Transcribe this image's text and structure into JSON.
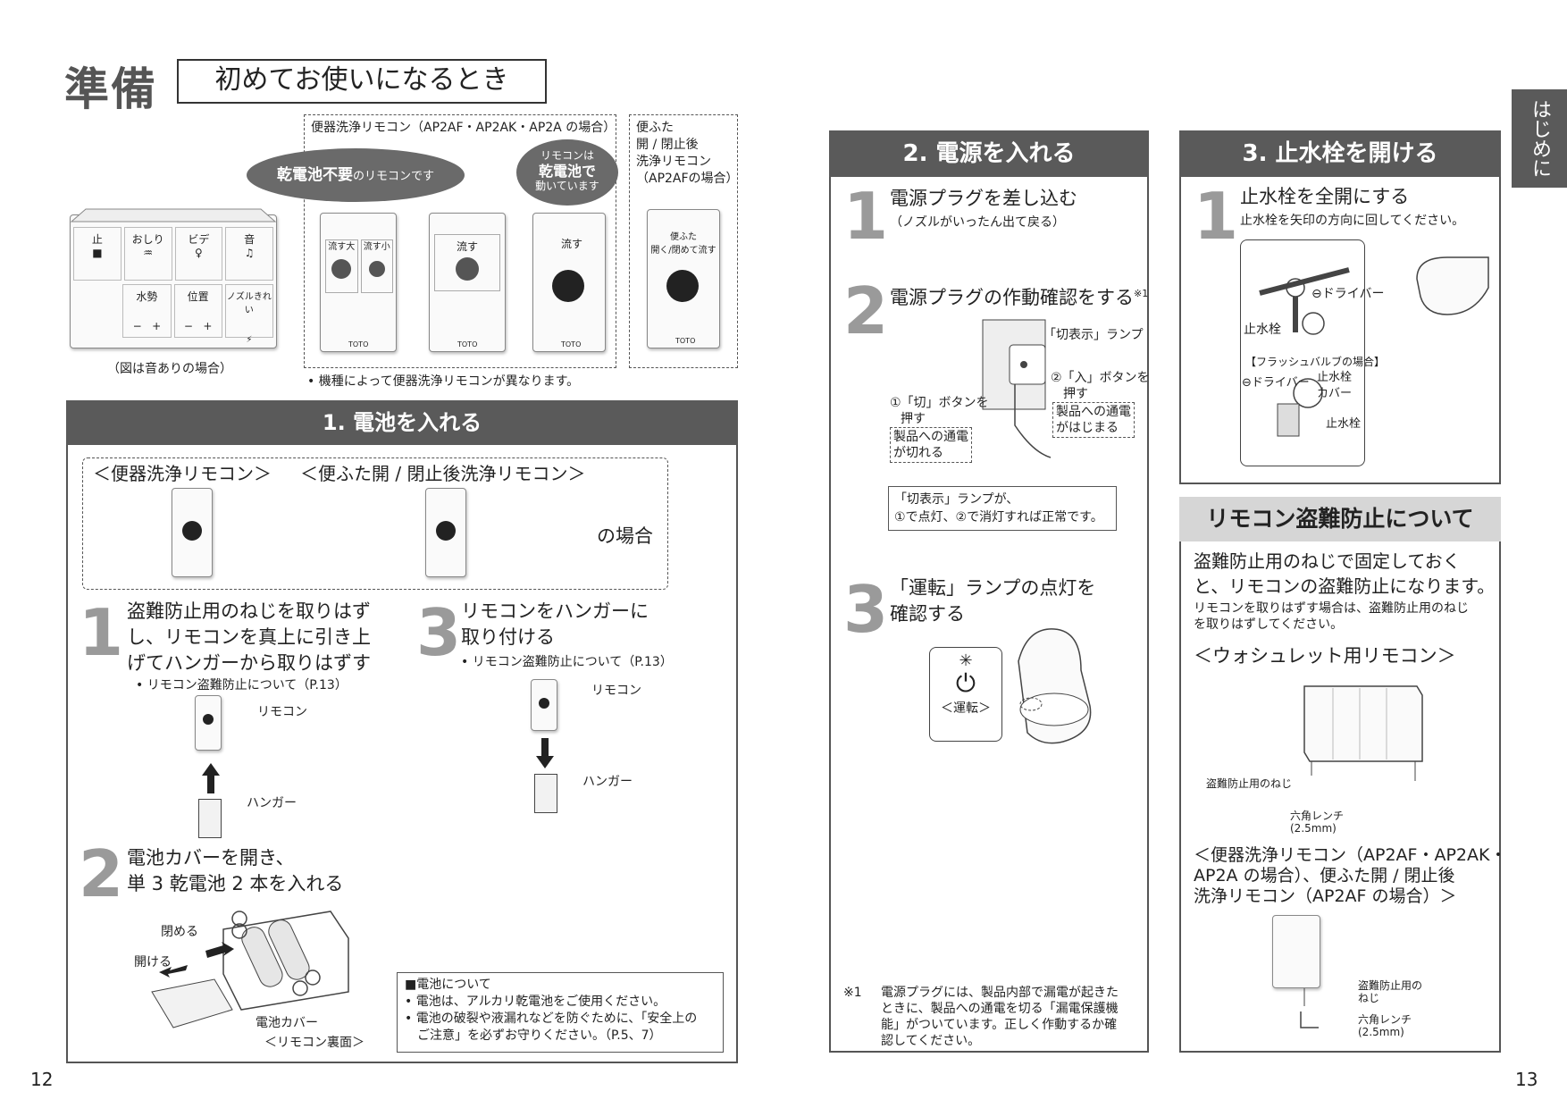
{
  "header": {
    "title": "準備",
    "subtitle": "初めてお使いになるとき"
  },
  "side_tab": "はじめに",
  "remotes": {
    "group1_label": "便器洗浄リモコン（AP2AF・AP2AK・AP2A の場合）",
    "group2_label_lines": [
      "便ふた",
      "開 / 閉止後",
      "洗浄リモコン",
      "（AP2AFの場合）"
    ],
    "bubble1": {
      "bold": "乾電池不要",
      "rest": "のリモコンです"
    },
    "bubble2_lines": [
      "リモコンは",
      "乾電池で",
      "動いています"
    ],
    "main_remote_caption": "（図は音ありの場合）",
    "note": "• 機種によって便器洗浄リモコンが異なります。",
    "main_buttons": [
      "止",
      "おしり",
      "ビデ",
      "音",
      "水勢",
      "位置",
      "ノズルきれい"
    ],
    "main_buttons_sub": [
      "−",
      "+",
      "−",
      "+"
    ],
    "flush_big": "流す大",
    "flush_small": "流す小",
    "flush": "流す",
    "lid_flush_lines": [
      "便ふた",
      "開く/閉めて流す"
    ],
    "brand": "TOTO"
  },
  "section1": {
    "title": "1. 電池を入れる",
    "remote_label_a": "＜便器洗浄リモコン＞",
    "remote_label_b": "＜便ふた開 / 閉止後洗浄リモコン＞",
    "case_text": "の場合",
    "step1": {
      "num": "1",
      "lines": [
        "盗難防止用のねじを取りはず",
        "し、リモコンを真上に引き上",
        "げてハンガーから取りはずす"
      ],
      "ref": "• リモコン盗難防止について（P.13）",
      "label_remote": "リモコン",
      "label_hanger": "ハンガー"
    },
    "step2": {
      "num": "2",
      "lines": [
        "電池カバーを開き、",
        "単 3 乾電池 2 本を入れる"
      ],
      "close": "閉める",
      "open": "開ける",
      "cover": "電池カバー",
      "back": "＜リモコン裏面＞"
    },
    "step3": {
      "num": "3",
      "lines": [
        "リモコンをハンガーに",
        "取り付ける"
      ],
      "ref": "• リモコン盗難防止について（P.13）",
      "label_remote": "リモコン",
      "label_hanger": "ハンガー"
    },
    "battery_note": {
      "title": "■電池について",
      "items": [
        "• 電池は、アルカリ乾電池をご使用ください。",
        "• 電池の破裂や液漏れなどを防ぐために、「安全上の",
        "　ご注意」を必ずお守りください。（P.5、7）"
      ]
    }
  },
  "section2": {
    "title": "2. 電源を入れる",
    "step1": {
      "num": "1",
      "text": "電源プラグを差し込む",
      "sub": "（ノズルがいったん出て戻る）"
    },
    "step2": {
      "num": "2",
      "text": "電源プラグの作動確認をする",
      "mark": "※1",
      "lamp": "「切表示」ランプ",
      "on_btn": "②「入」ボタンを",
      "on_btn2": "押す",
      "on_result_1": "製品への通電",
      "on_result_2": "がはじまる",
      "off_btn": "①「切」ボタンを",
      "off_btn2": "押す",
      "off_result_1": "製品への通電",
      "off_result_2": "が切れる",
      "check_1": "「切表示」ランプが、",
      "check_2": "①で点灯、②で消灯すれば正常です。"
    },
    "step3": {
      "num": "3",
      "lines": [
        "「運転」ランプの点灯を",
        "確認する"
      ],
      "lamp_label": "＜運転＞"
    },
    "footnote": {
      "mark": "※1",
      "lines": [
        "電源プラグには、製品内部で漏電が起きた",
        "ときに、製品への通電を切る「漏電保護機",
        "能」がついています。正しく作動するか確",
        "認してください。"
      ]
    }
  },
  "section3": {
    "title": "3. 止水栓を開ける",
    "step1": {
      "num": "1",
      "text": "止水栓を全開にする",
      "sub": "止水栓を矢印の方向に回してください。"
    },
    "labels": {
      "driver": "⊖ドライバー",
      "valve": "止水栓",
      "flush_valve": "【フラッシュバルブの場合】",
      "driver2": "⊖ドライバー",
      "cover_1": "止水栓",
      "cover_2": "カバー",
      "valve2": "止水栓"
    }
  },
  "antitheft": {
    "title": "リモコン盗難防止について",
    "lead_lines": [
      "盗難防止用のねじで固定しておく",
      "と、リモコンの盗難防止になります。"
    ],
    "sub_lines": [
      "リモコンを取りはずす場合は、盗難防止用のねじ",
      "を取りはずしてください。"
    ],
    "washlet_label": "＜ウォシュレット用リモコン＞",
    "screw": "盗難防止用のねじ",
    "wrench_1": "六角レンチ",
    "wrench_2": "(2.5mm)",
    "flush_label_lines": [
      "＜便器洗浄リモコン（AP2AF・AP2AK・",
      "AP2A の場合）、便ふた開 / 閉止後",
      "洗浄リモコン（AP2AF の場合）＞"
    ],
    "screw2_1": "盗難防止用の",
    "screw2_2": "ねじ",
    "wrench2_1": "六角レンチ",
    "wrench2_2": "(2.5mm)"
  },
  "page_left": "12",
  "page_right": "13"
}
